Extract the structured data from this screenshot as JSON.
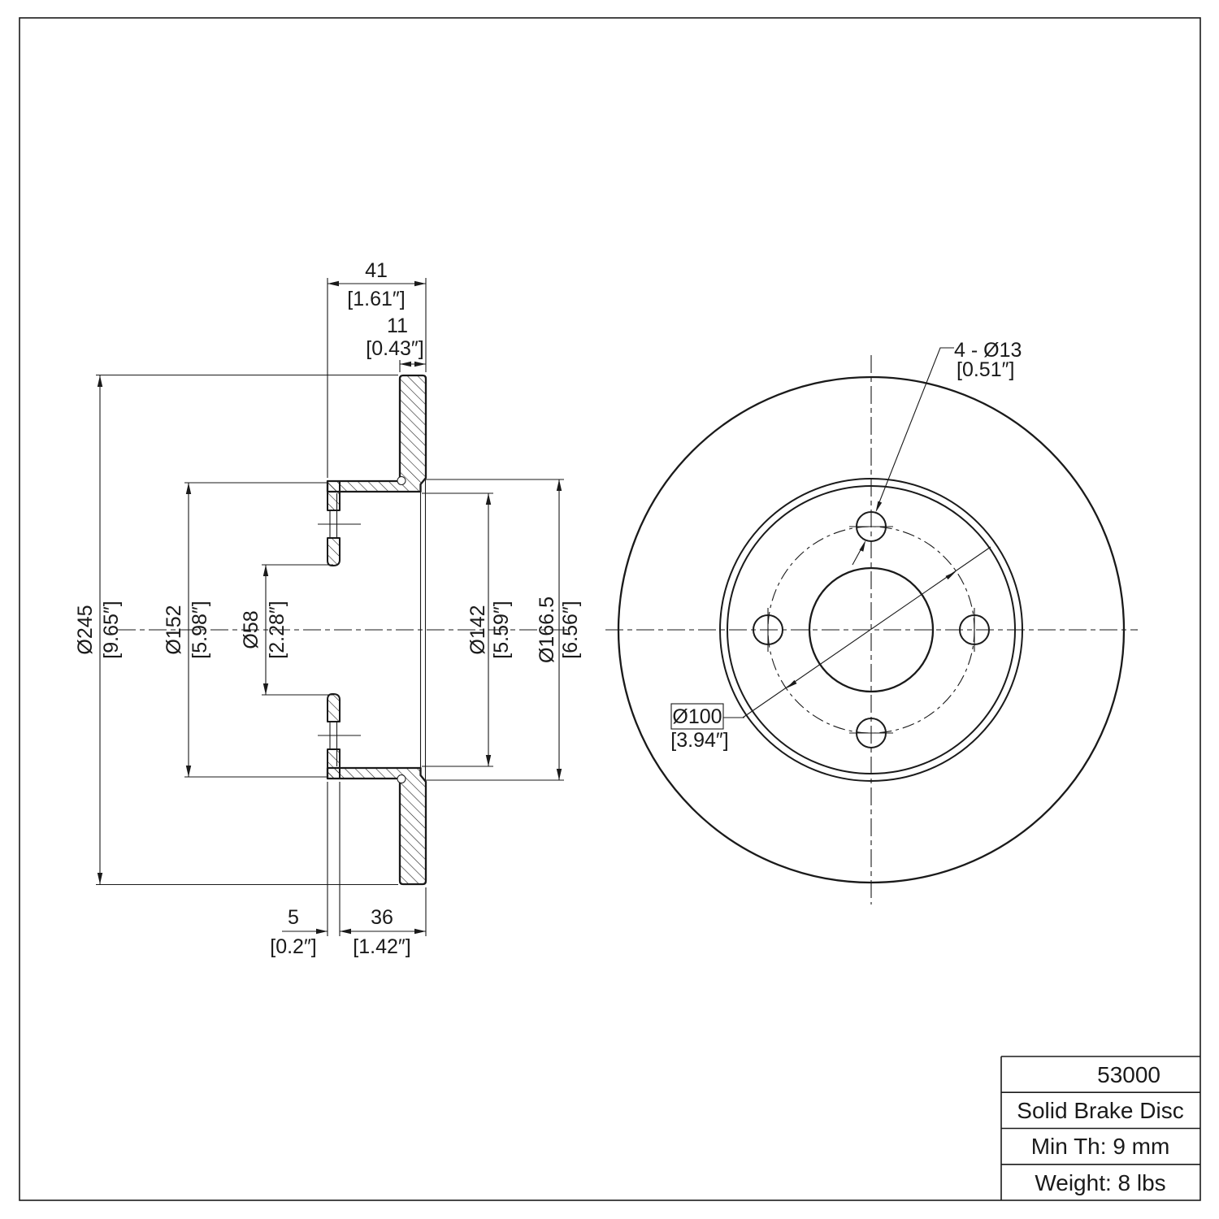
{
  "page": {
    "background": "#ffffff",
    "line_color": "#1a1a1a"
  },
  "title_block": {
    "part_number": "53000",
    "product_name": "Solid Brake Disc",
    "min_thickness": "Min Th: 9 mm",
    "weight": "Weight: 8 lbs"
  },
  "section_view": {
    "dims": {
      "overall_width": {
        "mm": "41",
        "in": "[1.61″]"
      },
      "disc_thickness": {
        "mm": "11",
        "in": "[0.43″]"
      },
      "offset": {
        "mm": "5",
        "in": "[0.2″]"
      },
      "hat_depth": {
        "mm": "36",
        "in": "[1.42″]"
      },
      "outer_diameter": {
        "mm": "Ø245",
        "in": "[9.65″]"
      },
      "hat_diameter": {
        "mm": "Ø152",
        "in": "[5.98″]"
      },
      "bore_diameter": {
        "mm": "Ø58",
        "in": "[2.28″]"
      },
      "inner_face_diameter": {
        "mm": "Ø142",
        "in": "[5.59″]"
      },
      "mount_face_diameter": {
        "mm": "Ø166.5",
        "in": "[6.56″]"
      }
    }
  },
  "front_view": {
    "dims": {
      "stud_holes": {
        "label": "4 - Ø13",
        "in": "[0.51″]"
      },
      "bolt_circle": {
        "label": "Ø100",
        "in": "[3.94″]"
      }
    }
  }
}
